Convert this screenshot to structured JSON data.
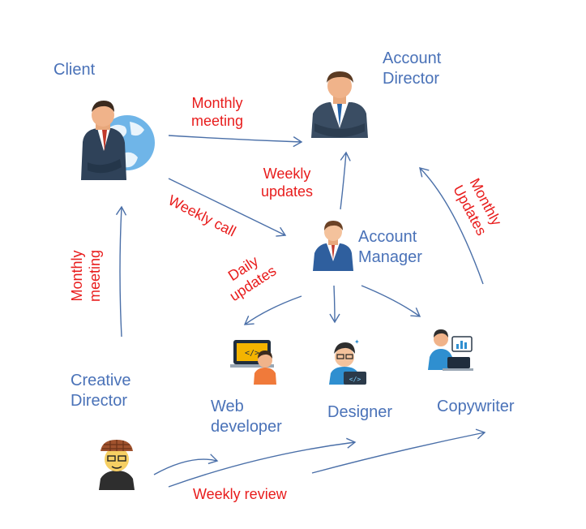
{
  "roles": {
    "client": "Client",
    "account_director": "Account\nDirector",
    "account_manager": "Account\nManager",
    "creative_director": "Creative\nDirector",
    "web_developer": "Web\ndeveloper",
    "designer": "Designer",
    "copywriter": "Copywriter"
  },
  "edges": {
    "client_to_director": "Monthly\nmeeting",
    "client_to_manager": "Weekly call",
    "manager_to_director": "Weekly\nupdates",
    "copywriter_to_director": "Monthly\nUpdates",
    "creative_to_client": "Monthly\nmeeting",
    "manager_to_team": "Daily\nupdates",
    "creative_to_team": "Weekly review"
  },
  "colors": {
    "role_text": "#4a72b8",
    "edge_text": "#e81c1c",
    "arrow": "#4a6fa8"
  },
  "icons": [
    "client-businessman-globe-icon",
    "account-director-icon",
    "account-manager-icon",
    "creative-director-icon",
    "web-developer-icon",
    "designer-icon",
    "copywriter-icon"
  ]
}
